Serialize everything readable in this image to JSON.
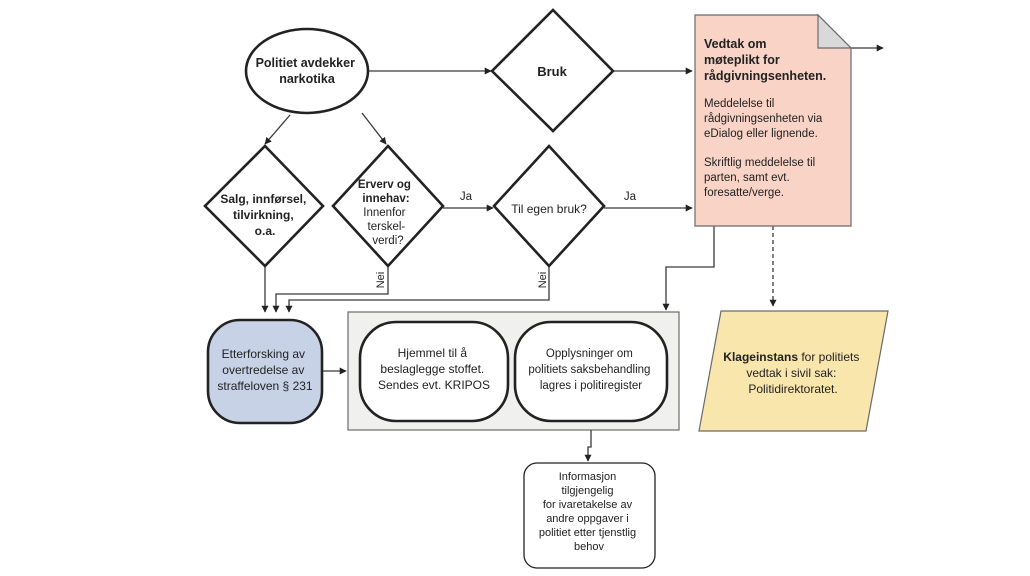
{
  "colors": {
    "background": "#ffffff",
    "line": "#222222",
    "decision_pink": "#f8d3c6",
    "investigation_blue": "#c7d2e6",
    "appeal_yellow": "#f9e6ad",
    "group_gray": "#f0f0ef"
  },
  "start": {
    "lines": [
      "Politiet avdekker",
      "narkotika"
    ]
  },
  "bruk": {
    "label": "Bruk"
  },
  "salg": {
    "lines": [
      "Salg, innførsel,",
      "tilvirkning,",
      "o.a."
    ]
  },
  "erverv": {
    "title_lines": [
      "Erverv og",
      "innehav:"
    ],
    "body_lines": [
      "Innenfor",
      "terskel-",
      "verdi?"
    ]
  },
  "egen_bruk": {
    "label": "Til egen bruk?"
  },
  "labels": {
    "ja_1": "Ja",
    "ja_2": "Ja",
    "nei_1": "Nei",
    "nei_2": "Nei"
  },
  "vedtak": {
    "title_lines": [
      "Vedtak om",
      "møteplikt for",
      "rådgivningsenheten."
    ],
    "para1_lines": [
      "Meddelelse til",
      "rådgivningsenheten via",
      "eDialog eller lignende."
    ],
    "para2_lines": [
      "Skriftlig meddelelse til",
      "parten, samt evt.",
      "foresatte/verge."
    ]
  },
  "etterforsking": {
    "lines": [
      "Etterforsking av",
      "overtredelse av",
      "straffeloven § 231"
    ]
  },
  "hjemmel": {
    "lines": [
      "Hjemmel til å",
      "beslaglegge stoffet.",
      "Sendes evt. KRIPOS"
    ]
  },
  "opplysninger": {
    "lines": [
      "Opplysninger om",
      "politiets saksbehandling",
      "lagres i politiregister"
    ]
  },
  "informasjon": {
    "lines": [
      "Informasjon",
      "tilgjengelig",
      "for ivaretakelse av",
      "andre oppgaver i",
      "politiet etter tjenstlig",
      "behov"
    ]
  },
  "klageinstans": {
    "bold_part": "Klageinstans",
    "rest_part": " for politiets",
    "lines": [
      "vedtak i sivil sak:",
      "Politidirektoratet."
    ]
  }
}
